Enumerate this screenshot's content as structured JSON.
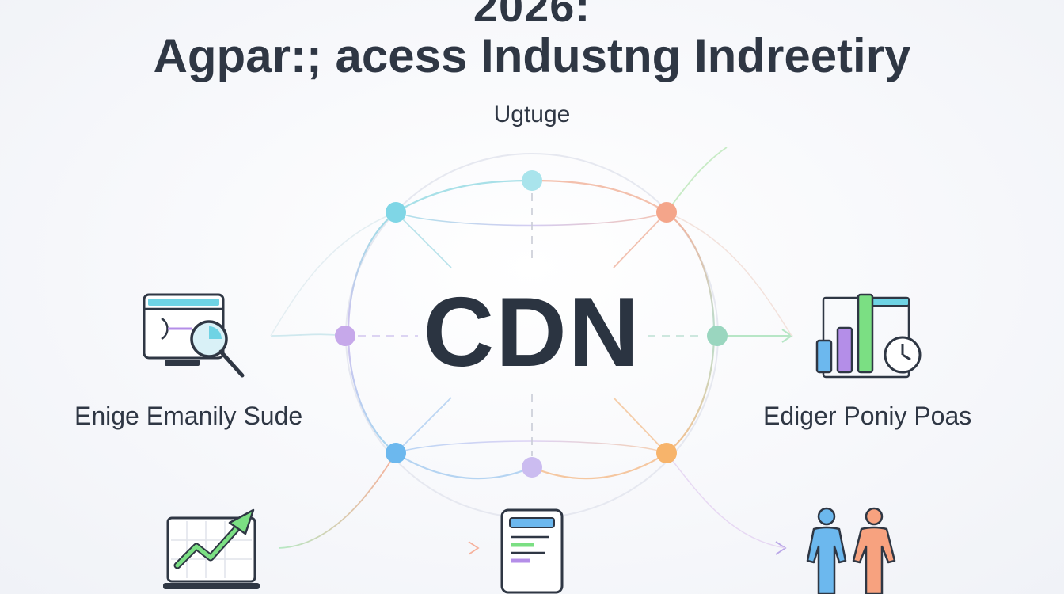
{
  "header": {
    "title_top": "2026:",
    "title": "Agpar:; acess Industng Indreetiry",
    "subtitle": "Ugtuge"
  },
  "diagram": {
    "center": "CDN",
    "left_label": "Enige Emanily Sude",
    "right_label": "Ediger Poniy Poas"
  },
  "colors": {
    "text": "#2f3744",
    "node_cyan": "#7fd6e6",
    "node_teal": "#88d8d0",
    "node_salmon": "#f4a58a",
    "node_purple": "#c6a8ea",
    "node_blue": "#6cb8ee",
    "node_orange": "#f7b46b",
    "node_lavender": "#cbbcf0",
    "node_green": "#9ad6bf"
  },
  "icons": {
    "left_top": "monitor-magnifier-icon",
    "right_top": "bar-chart-clock-icon",
    "bottom_left": "laptop-growth-chart-icon",
    "bottom_center": "tablet-document-icon",
    "bottom_right": "people-icon"
  }
}
